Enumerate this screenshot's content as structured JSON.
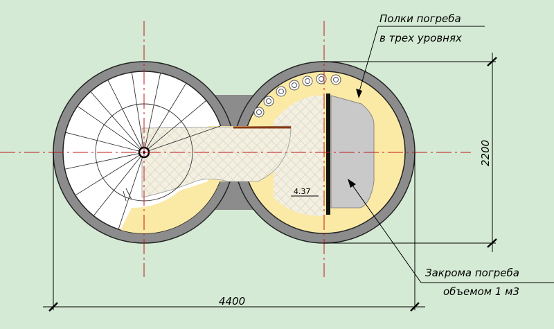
{
  "labels": {
    "shelves_line1": "Полки погреба",
    "shelves_line2": "в трех уровнях",
    "bins_line1": "Закрома погреба",
    "bins_line2": "объемом 1 м3",
    "level_mark": "4.37"
  },
  "dimensions": {
    "width": "4400",
    "height": "2200"
  },
  "colors": {
    "background": "#d4ead4",
    "wall": "#8c8c8c",
    "shelf_fill": "#fbe9a6",
    "floor": "#f3f0e2",
    "bin": "#c9c9c9",
    "axis": "#c01818",
    "partition": "#111111",
    "shelf_edge": "#8b3a10"
  }
}
